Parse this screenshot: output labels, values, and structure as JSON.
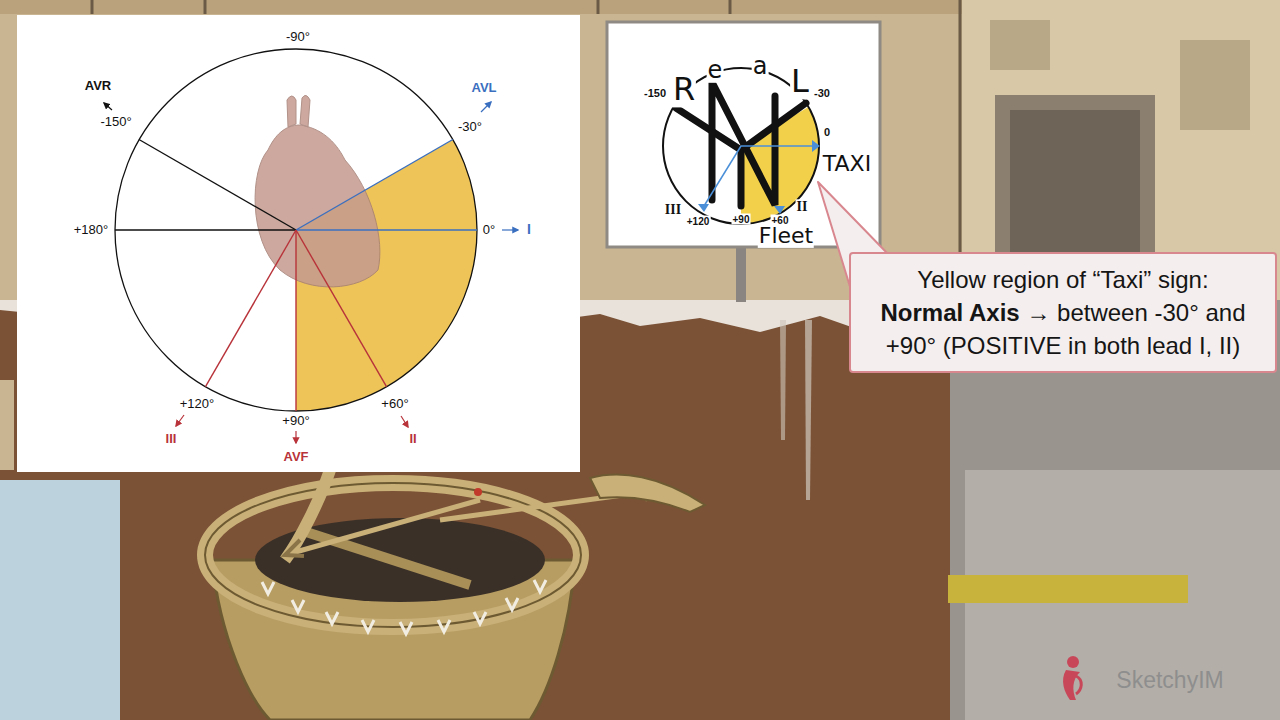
{
  "diagram": {
    "nodes": [
      {
        "text": [
          "Yellow region of “Taxi” sign:",
          "Normal Axis",
          "→ between -30° and +90° (POSITIVE in both lead I, II)"
        ]
      }
    ],
    "labels": [
      "-90°",
      "AVR",
      "-150°",
      "AVL",
      "-30°",
      "+180°",
      "0°",
      "I",
      "+120°",
      "III",
      "+90°",
      "AVF",
      "+60°",
      "II",
      "R",
      "e",
      "a",
      "L",
      "-150",
      "-30",
      "0",
      "TAXI",
      "III",
      "+120",
      "+90",
      "+60",
      "II",
      "Fleet",
      "SketchyIM"
    ]
  }
}
